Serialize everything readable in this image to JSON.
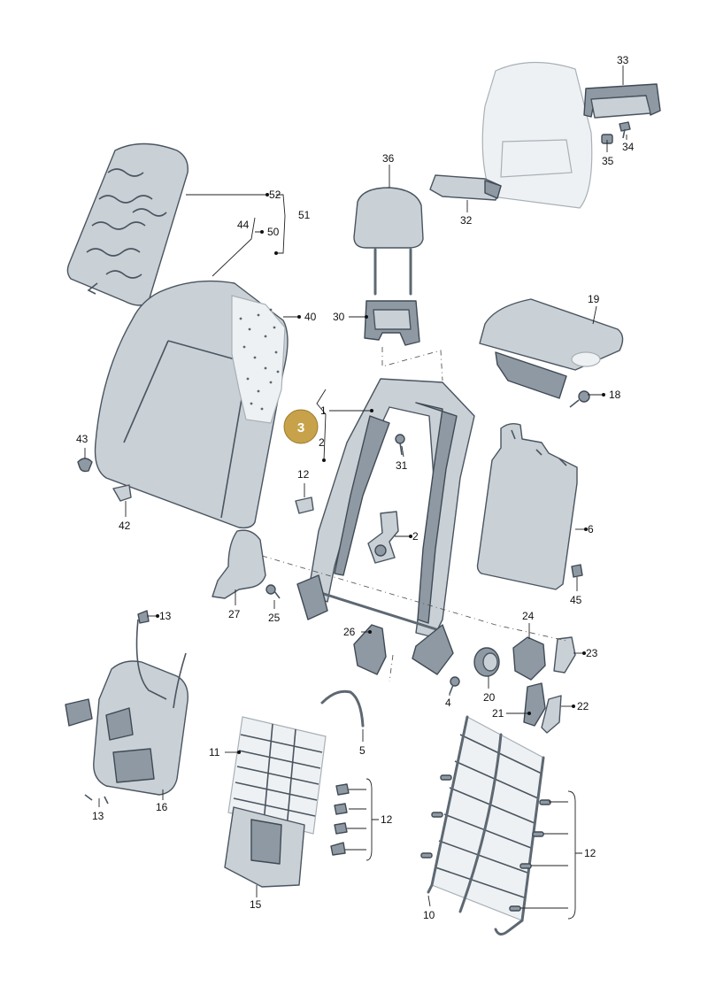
{
  "callouts": [
    {
      "id": "c33",
      "text": "33"
    },
    {
      "id": "c34",
      "text": "34"
    },
    {
      "id": "c35",
      "text": "35"
    },
    {
      "id": "c36",
      "text": "36"
    },
    {
      "id": "c32",
      "text": "32"
    },
    {
      "id": "c52",
      "text": "52"
    },
    {
      "id": "c51",
      "text": "51"
    },
    {
      "id": "c44",
      "text": "44"
    },
    {
      "id": "c50",
      "text": "50"
    },
    {
      "id": "c40",
      "text": "40"
    },
    {
      "id": "c30",
      "text": "30"
    },
    {
      "id": "c19",
      "text": "19"
    },
    {
      "id": "c18",
      "text": "18"
    },
    {
      "id": "c1",
      "text": "1"
    },
    {
      "id": "c2a",
      "text": "2"
    },
    {
      "id": "c31",
      "text": "31"
    },
    {
      "id": "c43",
      "text": "43"
    },
    {
      "id": "c12a",
      "text": "12"
    },
    {
      "id": "c42",
      "text": "42"
    },
    {
      "id": "c2b",
      "text": "2"
    },
    {
      "id": "c6",
      "text": "6"
    },
    {
      "id": "c45",
      "text": "45"
    },
    {
      "id": "c27",
      "text": "27"
    },
    {
      "id": "c25",
      "text": "25"
    },
    {
      "id": "c13a",
      "text": "13"
    },
    {
      "id": "c24",
      "text": "24"
    },
    {
      "id": "c26",
      "text": "26"
    },
    {
      "id": "c23",
      "text": "23"
    },
    {
      "id": "c4",
      "text": "4"
    },
    {
      "id": "c20",
      "text": "20"
    },
    {
      "id": "c21",
      "text": "21"
    },
    {
      "id": "c22",
      "text": "22"
    },
    {
      "id": "c5",
      "text": "5"
    },
    {
      "id": "c11",
      "text": "11"
    },
    {
      "id": "c13b",
      "text": "13"
    },
    {
      "id": "c16",
      "text": "16"
    },
    {
      "id": "c12b",
      "text": "12"
    },
    {
      "id": "c15",
      "text": "15"
    },
    {
      "id": "c12c",
      "text": "12"
    },
    {
      "id": "c10",
      "text": "10"
    }
  ],
  "badge": {
    "text": "3"
  },
  "colors": {
    "part_fill": "#c9d0d6",
    "part_stroke": "#4a5560",
    "badge": "#c8a24a"
  }
}
